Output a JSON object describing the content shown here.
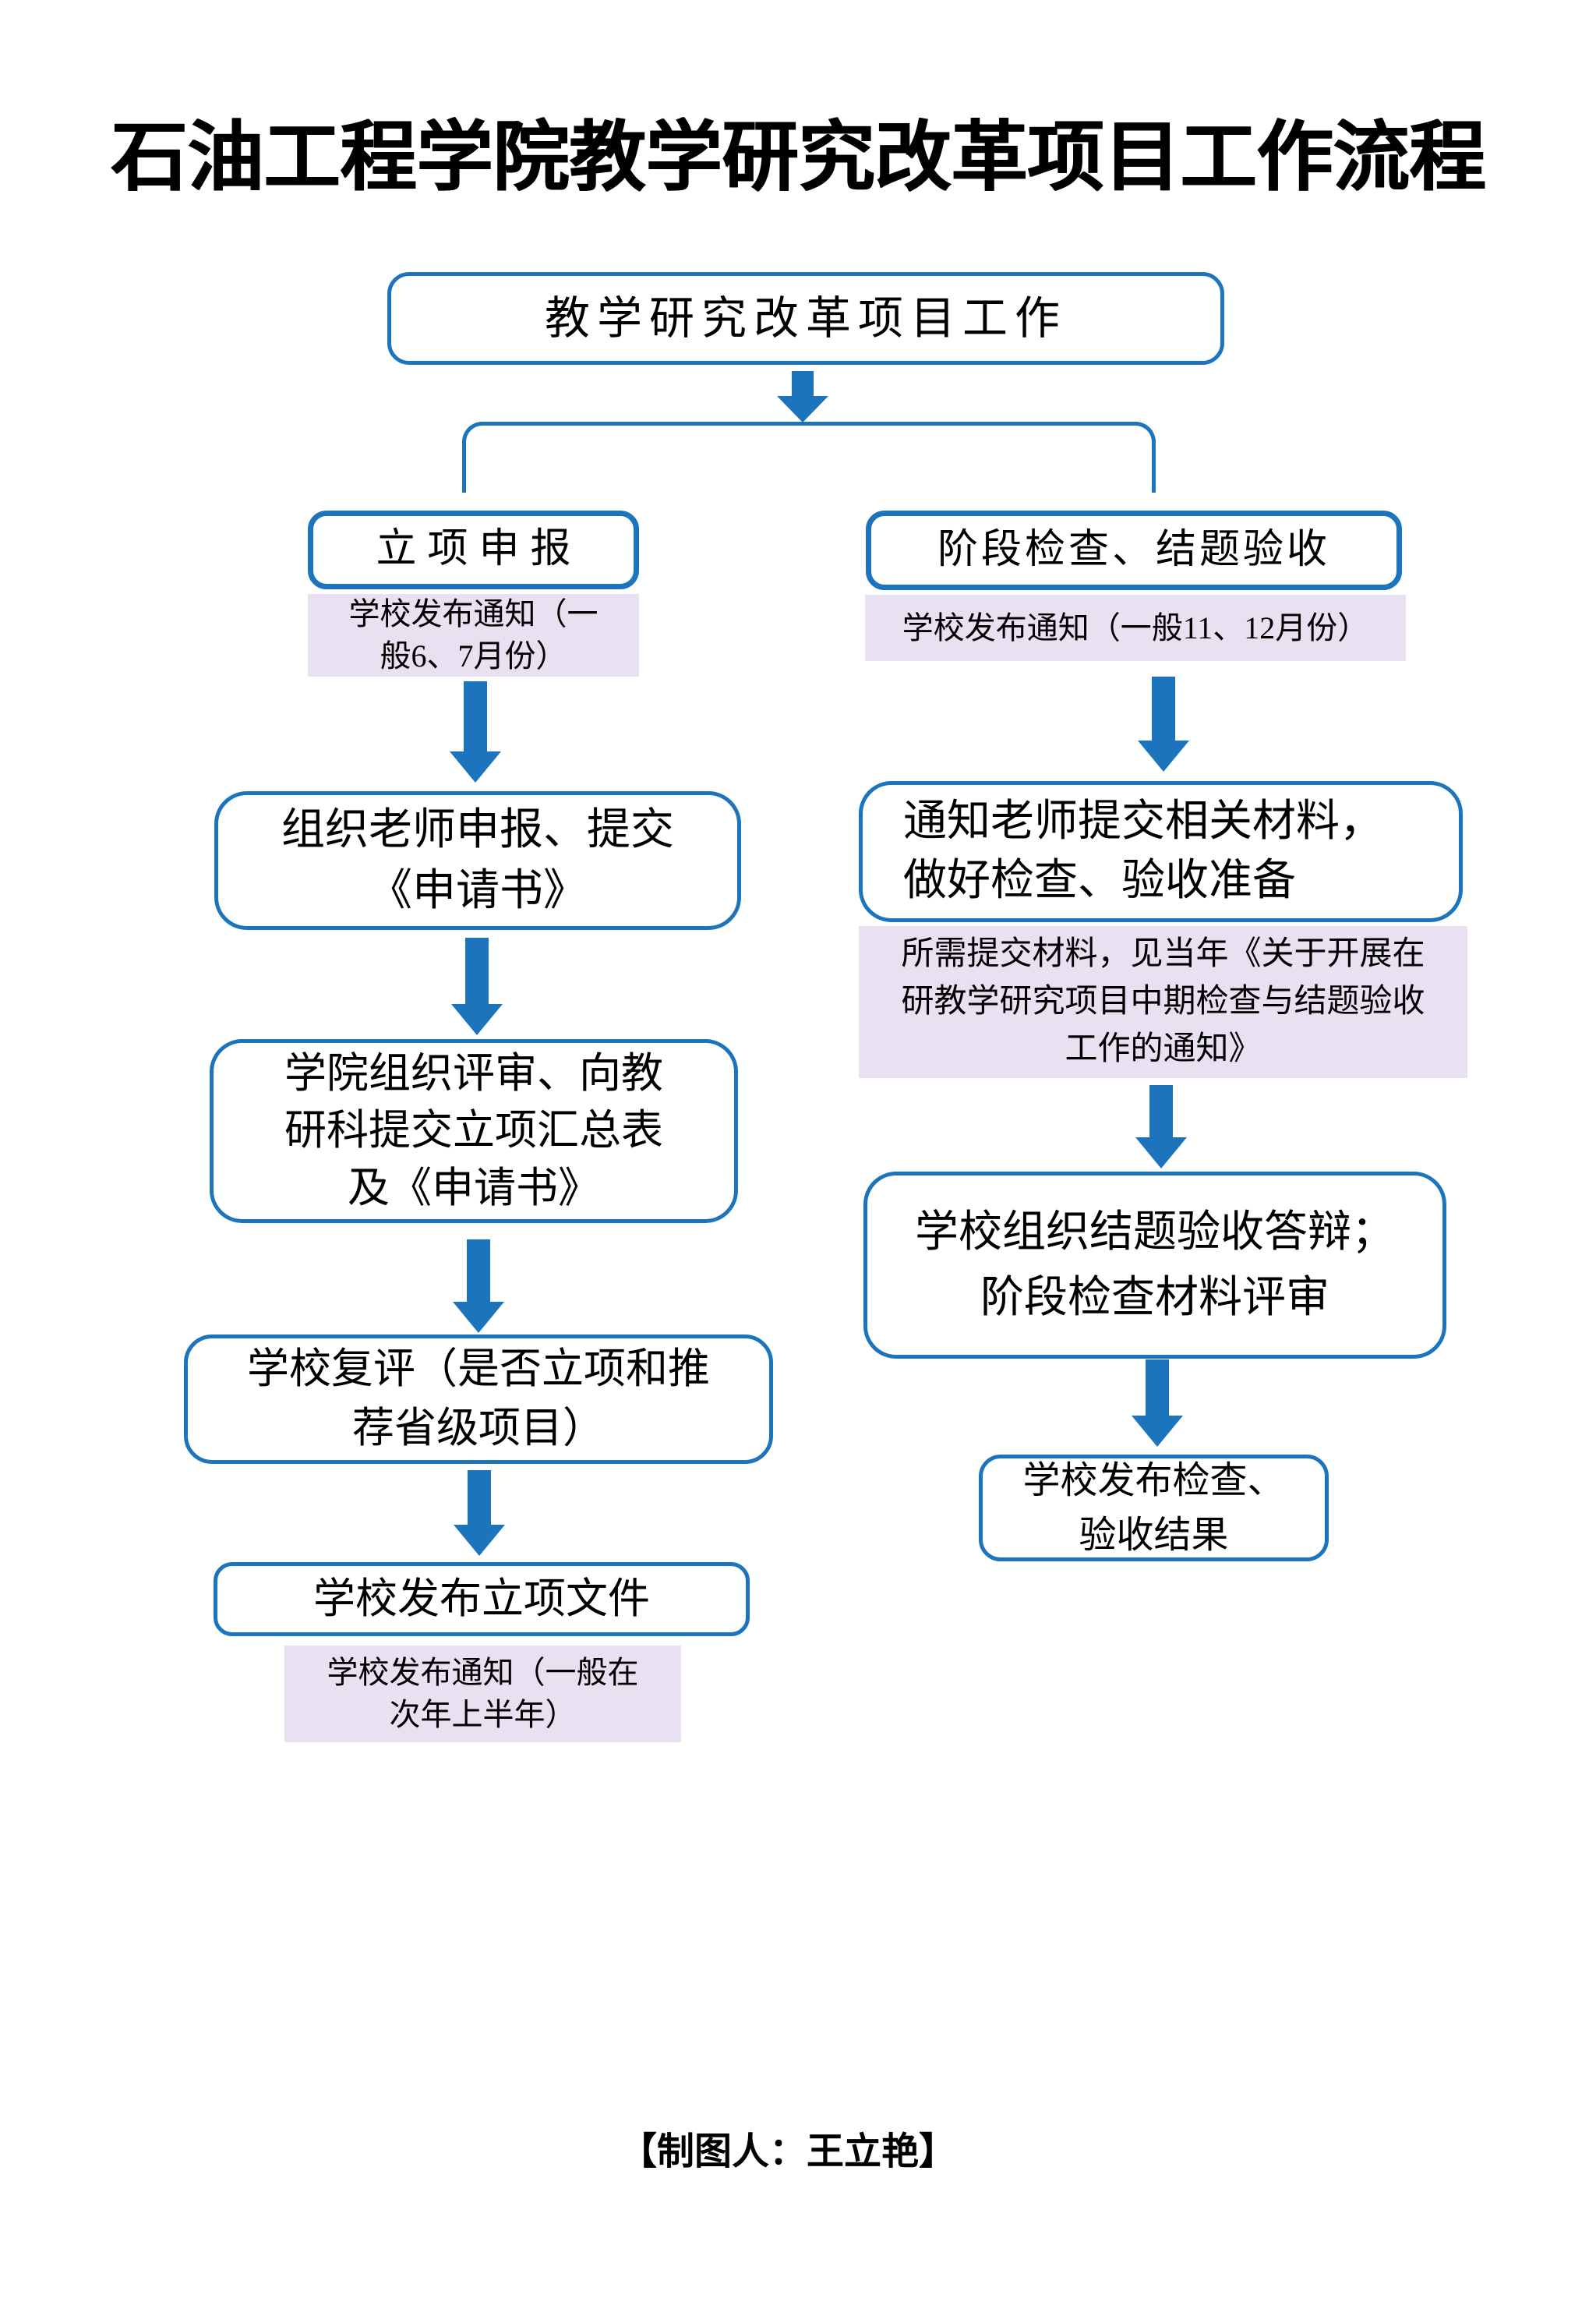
{
  "meta": {
    "title": "石油工程学院教学研究改革项目工作流程",
    "footer": "【制图人：王立艳】"
  },
  "colors": {
    "accent_blue": "#1B74BC",
    "note_lavender": "#E9E1F2",
    "text_black": "#000000",
    "background": "#FFFFFF"
  },
  "flow": {
    "root": {
      "label": "教学研究改革项目工作"
    },
    "left_branch": {
      "header": {
        "label": "立项申报"
      },
      "header_note": {
        "label": "学校发布通知（一\n般6、7月份）"
      },
      "step2": {
        "label": "组织老师申报、提交\n《申请书》"
      },
      "step3": {
        "label": "学院组织评审、向教\n研科提交立项汇总表\n及《申请书》"
      },
      "step4": {
        "label": "学校复评（是否立项和推\n荐省级项目）"
      },
      "step5": {
        "label": "学校发布立项文件"
      },
      "step5_note": {
        "label": "学校发布通知（一般在\n次年上半年）"
      }
    },
    "right_branch": {
      "header": {
        "label": "阶段检查、结题验收"
      },
      "header_note": {
        "label": "学校发布通知（一般11、12月份）"
      },
      "step2": {
        "label": "通知老师提交相关材料，\n做好检查、验收准备"
      },
      "step2_note": {
        "label": "所需提交材料，见当年《关于开展在\n研教学研究项目中期检查与结题验收\n工作的通知》"
      },
      "step3": {
        "label": "学校组织结题验收答辩；\n阶段检查材料评审"
      },
      "step4": {
        "label": "学校发布检查、\n验收结果"
      }
    }
  }
}
